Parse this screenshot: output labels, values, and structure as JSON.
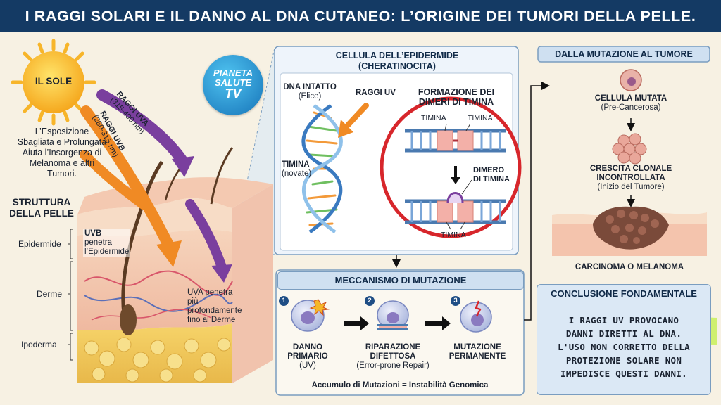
{
  "title": "I RAGGI SOLARI E IL DANNO AL DNA CUTANEO: L’ORIGINE DEI TUMORI DELLA PELLE.",
  "logo": {
    "line1": "PIANETA",
    "line2": "SALUTE",
    "line3": "TV"
  },
  "sun": {
    "label": "IL SOLE",
    "uva_label": "RAGGI UVA",
    "uva_range": "(315-400 nm)",
    "uvb_label": "RAGGI UVB",
    "uvb_range": "(280-315 nm)",
    "description": [
      "L’Esposizione",
      "Sbagliata e Prolungata",
      "Aiuta l’Insorgenza di",
      "Melanoma e altri",
      "Tumori."
    ]
  },
  "skin": {
    "title_line1": "STRUTTURA",
    "title_line2": "DELLA PELLE",
    "layers": [
      "Epidermide",
      "Derme",
      "Ipoderma"
    ],
    "uvb_note": [
      "UVB",
      "penetra",
      "l’Epidermide"
    ],
    "uva_note": [
      "UVA penetra più",
      "profondamente",
      "fino al Derme"
    ]
  },
  "cell": {
    "title_line1": "CELLULA DELL’EPIDERMIDE",
    "title_line2": "(CHERATINOCITA)",
    "dna_label": "DNA INTATTO",
    "dna_sub": "(Elice)",
    "uv_label": "RAGGI UV",
    "timina_label": "TIMINA",
    "timina_sub": "(novate)",
    "dimer_title_line1": "FORMAZIONE DEI",
    "dimer_title_line2": "DIMERI DI TIMINA",
    "timina_a": "TIMINA",
    "timina_b": "TIMINA",
    "dimer_line1": "DIMERO",
    "dimer_line2": "DI TIMINA",
    "timina_bottom": "TIMINA"
  },
  "mechanism": {
    "title": "MECCANISMO DI MUTAZIONE",
    "steps": [
      {
        "num": "1",
        "line1": "DANNO",
        "line2": "PRIMARIO",
        "sub": "(UV)"
      },
      {
        "num": "2",
        "line1": "RIPARAZIONE",
        "line2": "DIFETTOSA",
        "sub": "(Error-prone Repair)"
      },
      {
        "num": "3",
        "line1": "MUTAZIONE",
        "line2": "PERMANENTE",
        "sub": ""
      }
    ],
    "footer": "Accumulo di Mutazioni = Instabilità Genomica"
  },
  "tumor": {
    "title": "DALLA MUTAZIONE AL TUMORE",
    "mutated_label": "CELLULA MUTATA",
    "mutated_sub": "(Pre-Cancerosa)",
    "clonal_line1": "CRESCITA CLONALE",
    "clonal_line2": "INCONTROLLATA",
    "clonal_sub": "(Inizio del Tumore)",
    "final_label": "CARCINOMA O MELANOMA"
  },
  "conclusion": {
    "title": "CONCLUSIONE FONDAMENTALE",
    "lines": [
      "I RAGGI UV PROVOCANO",
      "DANNI DIRETTI AL DNA.",
      "L'USO NON CORRETTO DELLA",
      "PROTEZIONE SOLARE NON",
      "IMPEDISCE QUESTI DANNI."
    ]
  },
  "colors": {
    "title_bg": "#143a64",
    "uva": "#7a3f9e",
    "uvb": "#f08a24",
    "highlight": "#c8f05a",
    "circle": "#d7262b"
  }
}
